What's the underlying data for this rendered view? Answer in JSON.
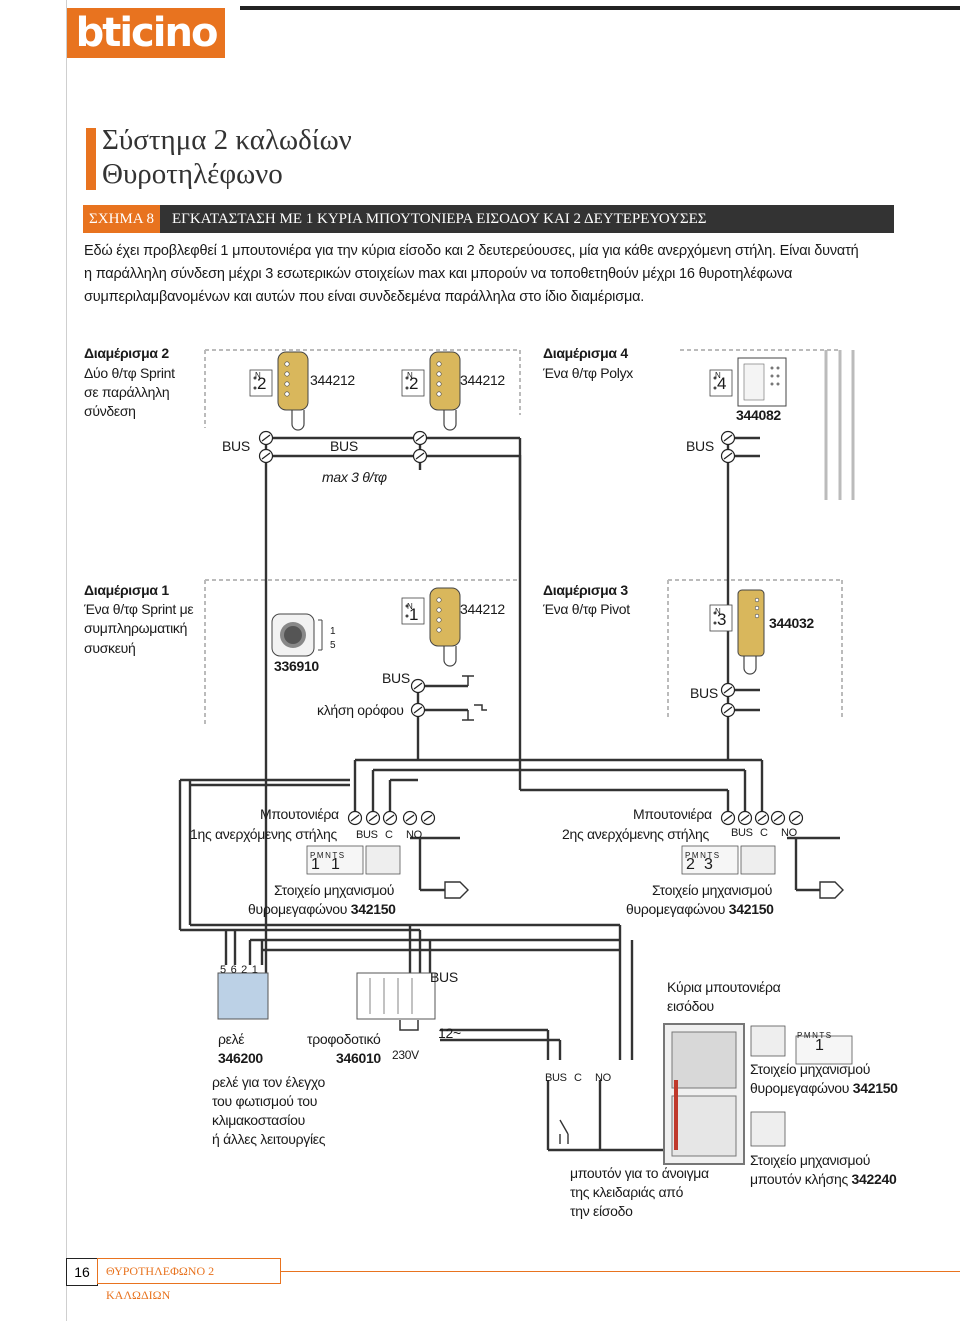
{
  "brand": {
    "logo_text": "bticino"
  },
  "title": {
    "line1": "Σύστημα 2 καλωδίων",
    "line2": "Θυροτηλέφωνο"
  },
  "section": {
    "number": "ΣΧΗΜΑ 8",
    "title": "ΕΓΚΑΤΑΣΤΑΣΗ ΜΕ 1 ΚΥΡΙΑ ΜΠΟΥΤΟΝΙΕΡΑ ΕΙΣΟΔΟΥ ΚΑΙ 2 ΔΕΥΤΕΡΕΥΟΥΣΕΣ"
  },
  "intro": {
    "line1": "Εδώ έχει προβλεφθεί 1 μπουτονιέρα για την κύρια είσοδο και 2 δευτερεύουσες, μία για κάθε ανερχόμενη στήλη. Είναι δυνατή",
    "line2": "η παράλληλη σύνδεση μέχρι 3 εσωτερικών στοιχείων max και μπορούν να τοποθετηθούν μέχρι 16 θυροτηλέφωνα",
    "line3": "συμπεριλαμβανομένων και αυτών που είναι συνδεδεμένα παράλληλα στο ίδιο διαμέρισμα."
  },
  "diagram": {
    "apt2": {
      "title": "Διαμέρισμα 2",
      "desc1": "Δύο θ/τφ Sprint",
      "desc2": "σε παράλληλη",
      "desc3": "σύνδεση",
      "code_a": "344212",
      "code_b": "344212",
      "n_label": "N",
      "addr_a": "2",
      "addr_b": "2",
      "bus_a": "BUS",
      "bus_b": "BUS",
      "max_note": "max 3 θ/τφ"
    },
    "apt4": {
      "title": "Διαμέρισμα 4",
      "desc1": "Ένα θ/τφ Polyx",
      "code": "344082",
      "n_label": "N",
      "addr": "4",
      "bus": "BUS"
    },
    "apt1": {
      "title": "Διαμέρισμα 1",
      "desc1": "Ένα θ/τφ Sprint με",
      "desc2": "συμπληρωματική",
      "desc3": "συσκευή",
      "bell_code": "336910",
      "terminal_1": "1",
      "terminal_5": "5",
      "code": "344212",
      "n_label": "N",
      "addr": "1",
      "bus": "BUS",
      "floor_call": "κλήση ορόφου"
    },
    "apt3": {
      "title": "Διαμέρισμα 3",
      "desc1": "Ένα θ/τφ Pivot",
      "code": "344032",
      "n_label": "N",
      "addr": "3",
      "bus": "BUS"
    },
    "panel1": {
      "title1": "Μπουτονιέρα",
      "title2": "1ης ανερχόμενης στήλης",
      "term_bus": "BUS",
      "term_c": "C",
      "term_no": "NO",
      "pmnts": "P M N T S",
      "addr_p": "1",
      "addr_n": "1",
      "module1": "Στοιχείο μηχανισμού",
      "module2": "θυρομεγαφώνου",
      "module_code": "342150"
    },
    "panel2": {
      "title1": "Μπουτονιέρα",
      "title2": "2ης ανερχόμενης στήλης",
      "term_bus": "BUS",
      "term_c": "C",
      "term_no": "NO",
      "pmnts": "P M N T S",
      "addr_p": "2",
      "addr_n": "3",
      "module1": "Στοιχείο μηχανισμού",
      "module2": "θυρομεγαφώνου",
      "module_code": "342150"
    },
    "relay": {
      "terminals": "5 6 2 1",
      "name": "ρελέ",
      "code": "346200",
      "desc1": "ρελέ για τον έλεγχο",
      "desc2": "του φωτισμού του",
      "desc3": "κλιμακοστασίου",
      "desc4": "ή άλλες λειτουργίες"
    },
    "psu": {
      "name": "τροφοδοτικό",
      "code": "346010",
      "mains": "230V",
      "bus": "BUS",
      "low_v": "12"
    },
    "main_panel": {
      "title1": "Κύρια μπουτονιέρα",
      "title2": "εισόδου",
      "term_bus": "BUS",
      "term_c": "C",
      "term_no": "NO",
      "pmnts": "P M N T S",
      "addr": "1",
      "module1": "Στοιχείο μηχανισμού",
      "module2": "θυρομεγαφώνου",
      "module_code": "342150",
      "call1": "Στοιχείο μηχανισμού",
      "call2": "μπουτόν κλήσης",
      "call_code": "342240",
      "lock1": "μπουτόν για το άνοιγμα",
      "lock2": "της κλειδαριάς από",
      "lock3": "την είσοδο"
    }
  },
  "footer": {
    "page": "16",
    "title": "ΘΥΡΟΤΗΛΕΦΩΝΟ 2 ΚΑΛΩΔΙΩΝ"
  },
  "colors": {
    "accent": "#e8731f",
    "dark": "#333333",
    "handset": "#d9b75c"
  }
}
